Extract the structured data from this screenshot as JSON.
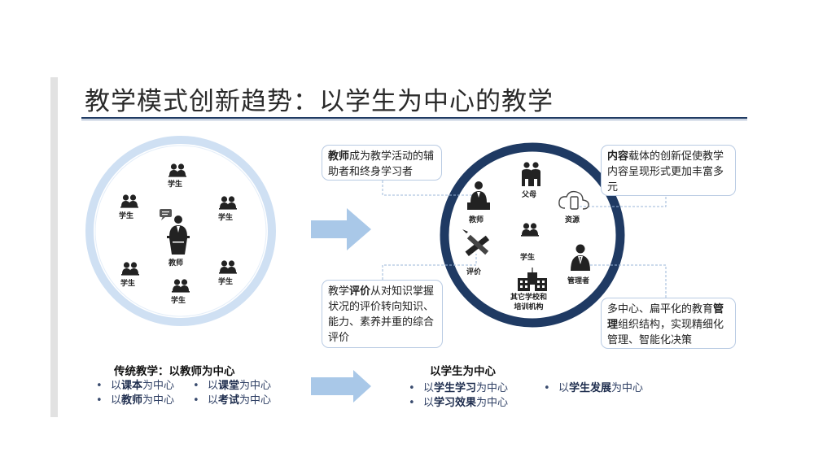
{
  "title": "教学模式创新趋势：以学生为中心的教学",
  "left_circle": {
    "student_label": "学生",
    "teacher_label": "教师"
  },
  "right_circle": {
    "teacher": "教师",
    "parents": "父母",
    "resources": "资源",
    "evaluation": "评价",
    "student": "学生",
    "manager": "管理者",
    "school_line1": "其它学校和",
    "school_line2": "培训机构"
  },
  "callouts": {
    "teacher_bold": "教师",
    "teacher_rest": "成为教学活动的辅助者和终身学习者",
    "content_bold": "内容",
    "content_rest": "载体的创新促使教学内容呈现形式更加丰富多元",
    "eval_pre": "教学",
    "eval_bold": "评价",
    "eval_rest": "从对知识掌握状况的评价转向知识、能力、素养并重的综合评价",
    "manage_pre": "多中心、扁平化的教育",
    "manage_bold": "管理",
    "manage_rest": "组织结构，实现精细化管理、智能化决策"
  },
  "traditional": {
    "title": "传统教学：以教师为中心",
    "items": [
      {
        "pre": "以",
        "bold": "课本",
        "post": "为中心"
      },
      {
        "pre": "以",
        "bold": "课堂",
        "post": "为中心"
      },
      {
        "pre": "以",
        "bold": "教师",
        "post": "为中心"
      },
      {
        "pre": "以",
        "bold": "考试",
        "post": "为中心"
      }
    ]
  },
  "student_centered": {
    "title": "以学生为中心",
    "items": [
      {
        "pre": "以",
        "bold": "学生学习",
        "post": "为中心"
      },
      {
        "pre": "以",
        "bold": "学生发展",
        "post": "为中心"
      },
      {
        "pre": "以",
        "bold": "学习效果",
        "post": "为中心"
      }
    ]
  },
  "colors": {
    "navy": "#1f3a63",
    "light_ring": "#cfe0f3",
    "arrow": "#a9c8e8",
    "callout_border": "#b9cbe3"
  },
  "icons": [
    "student-pair-icon",
    "teacher-podium-icon",
    "speech-bubble-icon",
    "parents-icon",
    "cloud-phone-icon",
    "pencil-ruler-icon",
    "manager-icon",
    "school-building-icon",
    "teacher-desk-icon"
  ]
}
